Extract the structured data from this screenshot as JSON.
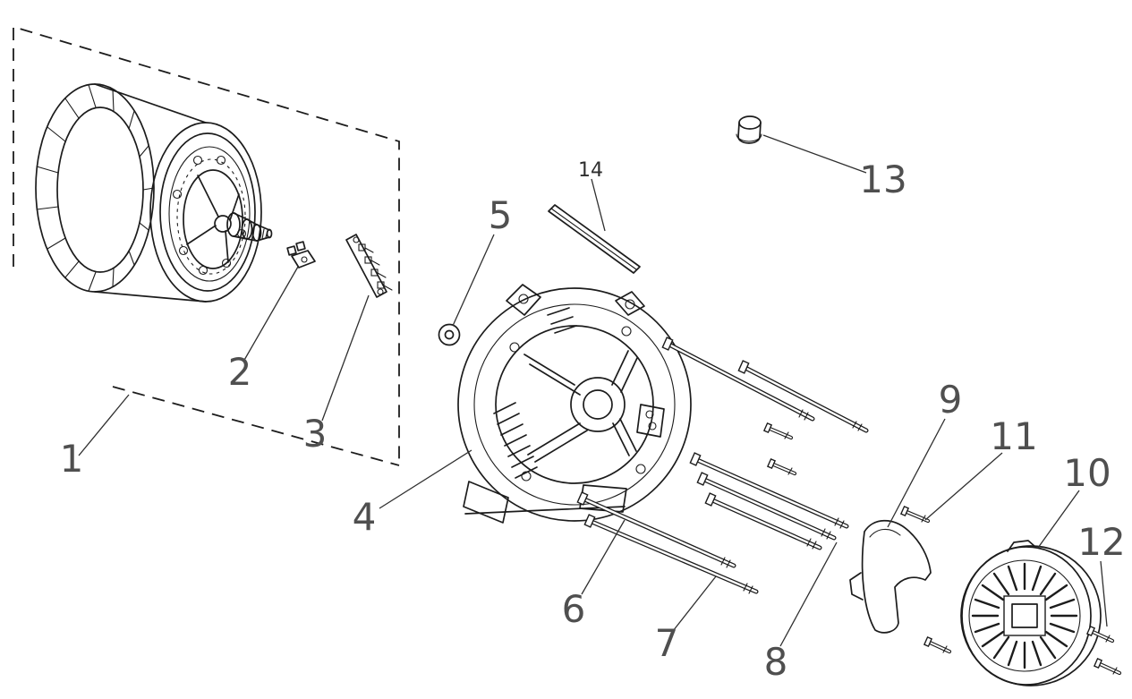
{
  "diagram": {
    "type": "exploded-parts-diagram",
    "colors": {
      "background": "#ffffff",
      "lines": "#1c1c1c",
      "labels": "#4f4f4f"
    },
    "part_labels": [
      "1",
      "2",
      "3",
      "4",
      "5",
      "6",
      "7",
      "8",
      "9",
      "10",
      "11",
      "12",
      "13",
      "14"
    ]
  }
}
